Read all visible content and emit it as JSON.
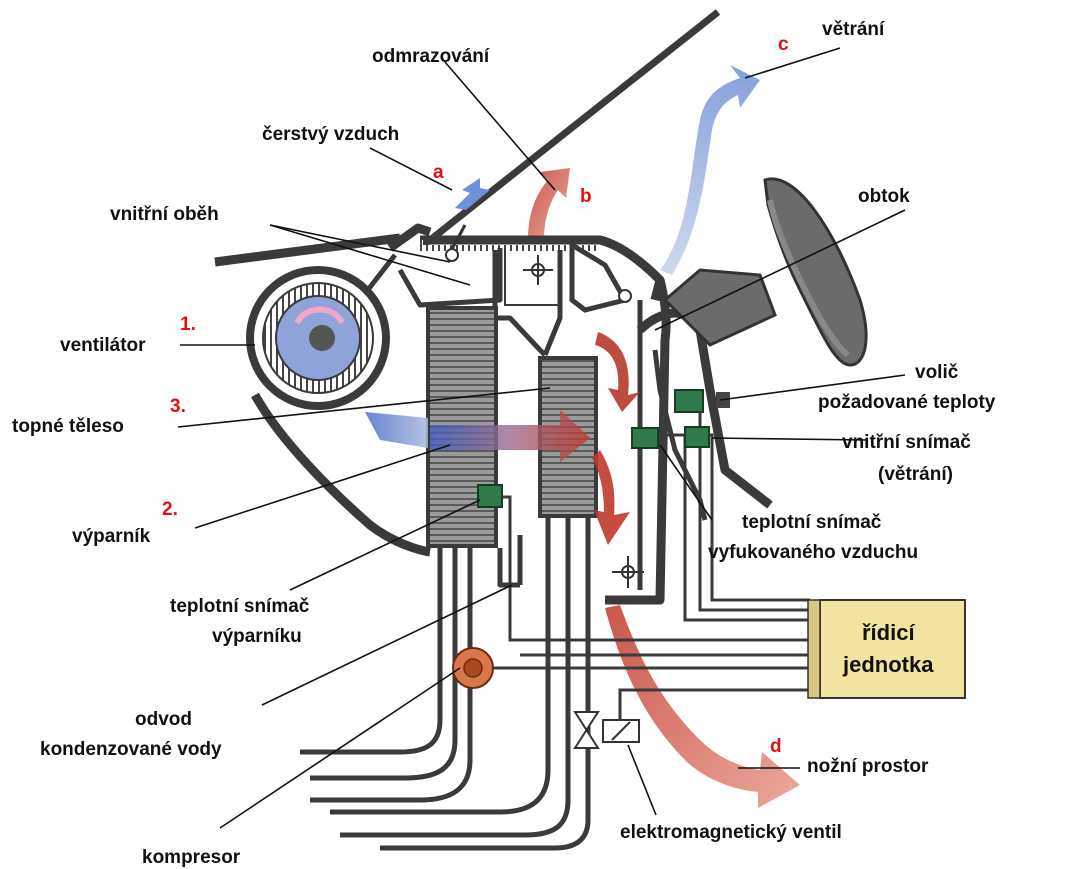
{
  "labels": {
    "vetrani": "větrání",
    "odmrazovani": "odmrazování",
    "cerstvy_vzduch": "čerstvý vzduch",
    "vnitrni_obeh": "vnitřní oběh",
    "obtok": "obtok",
    "ventilator": "ventilátor",
    "volic_1": "volič",
    "volic_2": "požadované teploty",
    "topne_teleso": "topné těleso",
    "vnitrni_snimac_1": "vnitřní snímač",
    "vnitrni_snimac_2": "(větrání)",
    "vyparnik": "výparník",
    "teplotni_snimac_vyf_1": "teplotní snímač",
    "teplotni_snimac_vyf_2": "vyfukovaného vzduchu",
    "teplotni_snimac_vyp_1": "teplotní snímač",
    "teplotni_snimac_vyp_2": "výparníku",
    "ridici_jednotka_1": "řídicí",
    "ridici_jednotka_2": "jednotka",
    "odvod_1": "odvod",
    "odvod_2": "kondenzované vody",
    "nozni_prostor": "nožní prostor",
    "kompresor": "kompresor",
    "elektromagneticky_ventil": "elektromagnetický ventil"
  },
  "markers": {
    "a": "a",
    "b": "b",
    "c": "c",
    "d": "d",
    "n1": "1.",
    "n2": "2.",
    "n3": "3."
  },
  "colors": {
    "marker_red": "#e01010",
    "cold_air": "#6f8fd6",
    "warm_air": "#cc4a3c",
    "control_unit": "#f1e3a0",
    "sensor_green": "#2f7a4a",
    "compressor": "#d9774a"
  }
}
